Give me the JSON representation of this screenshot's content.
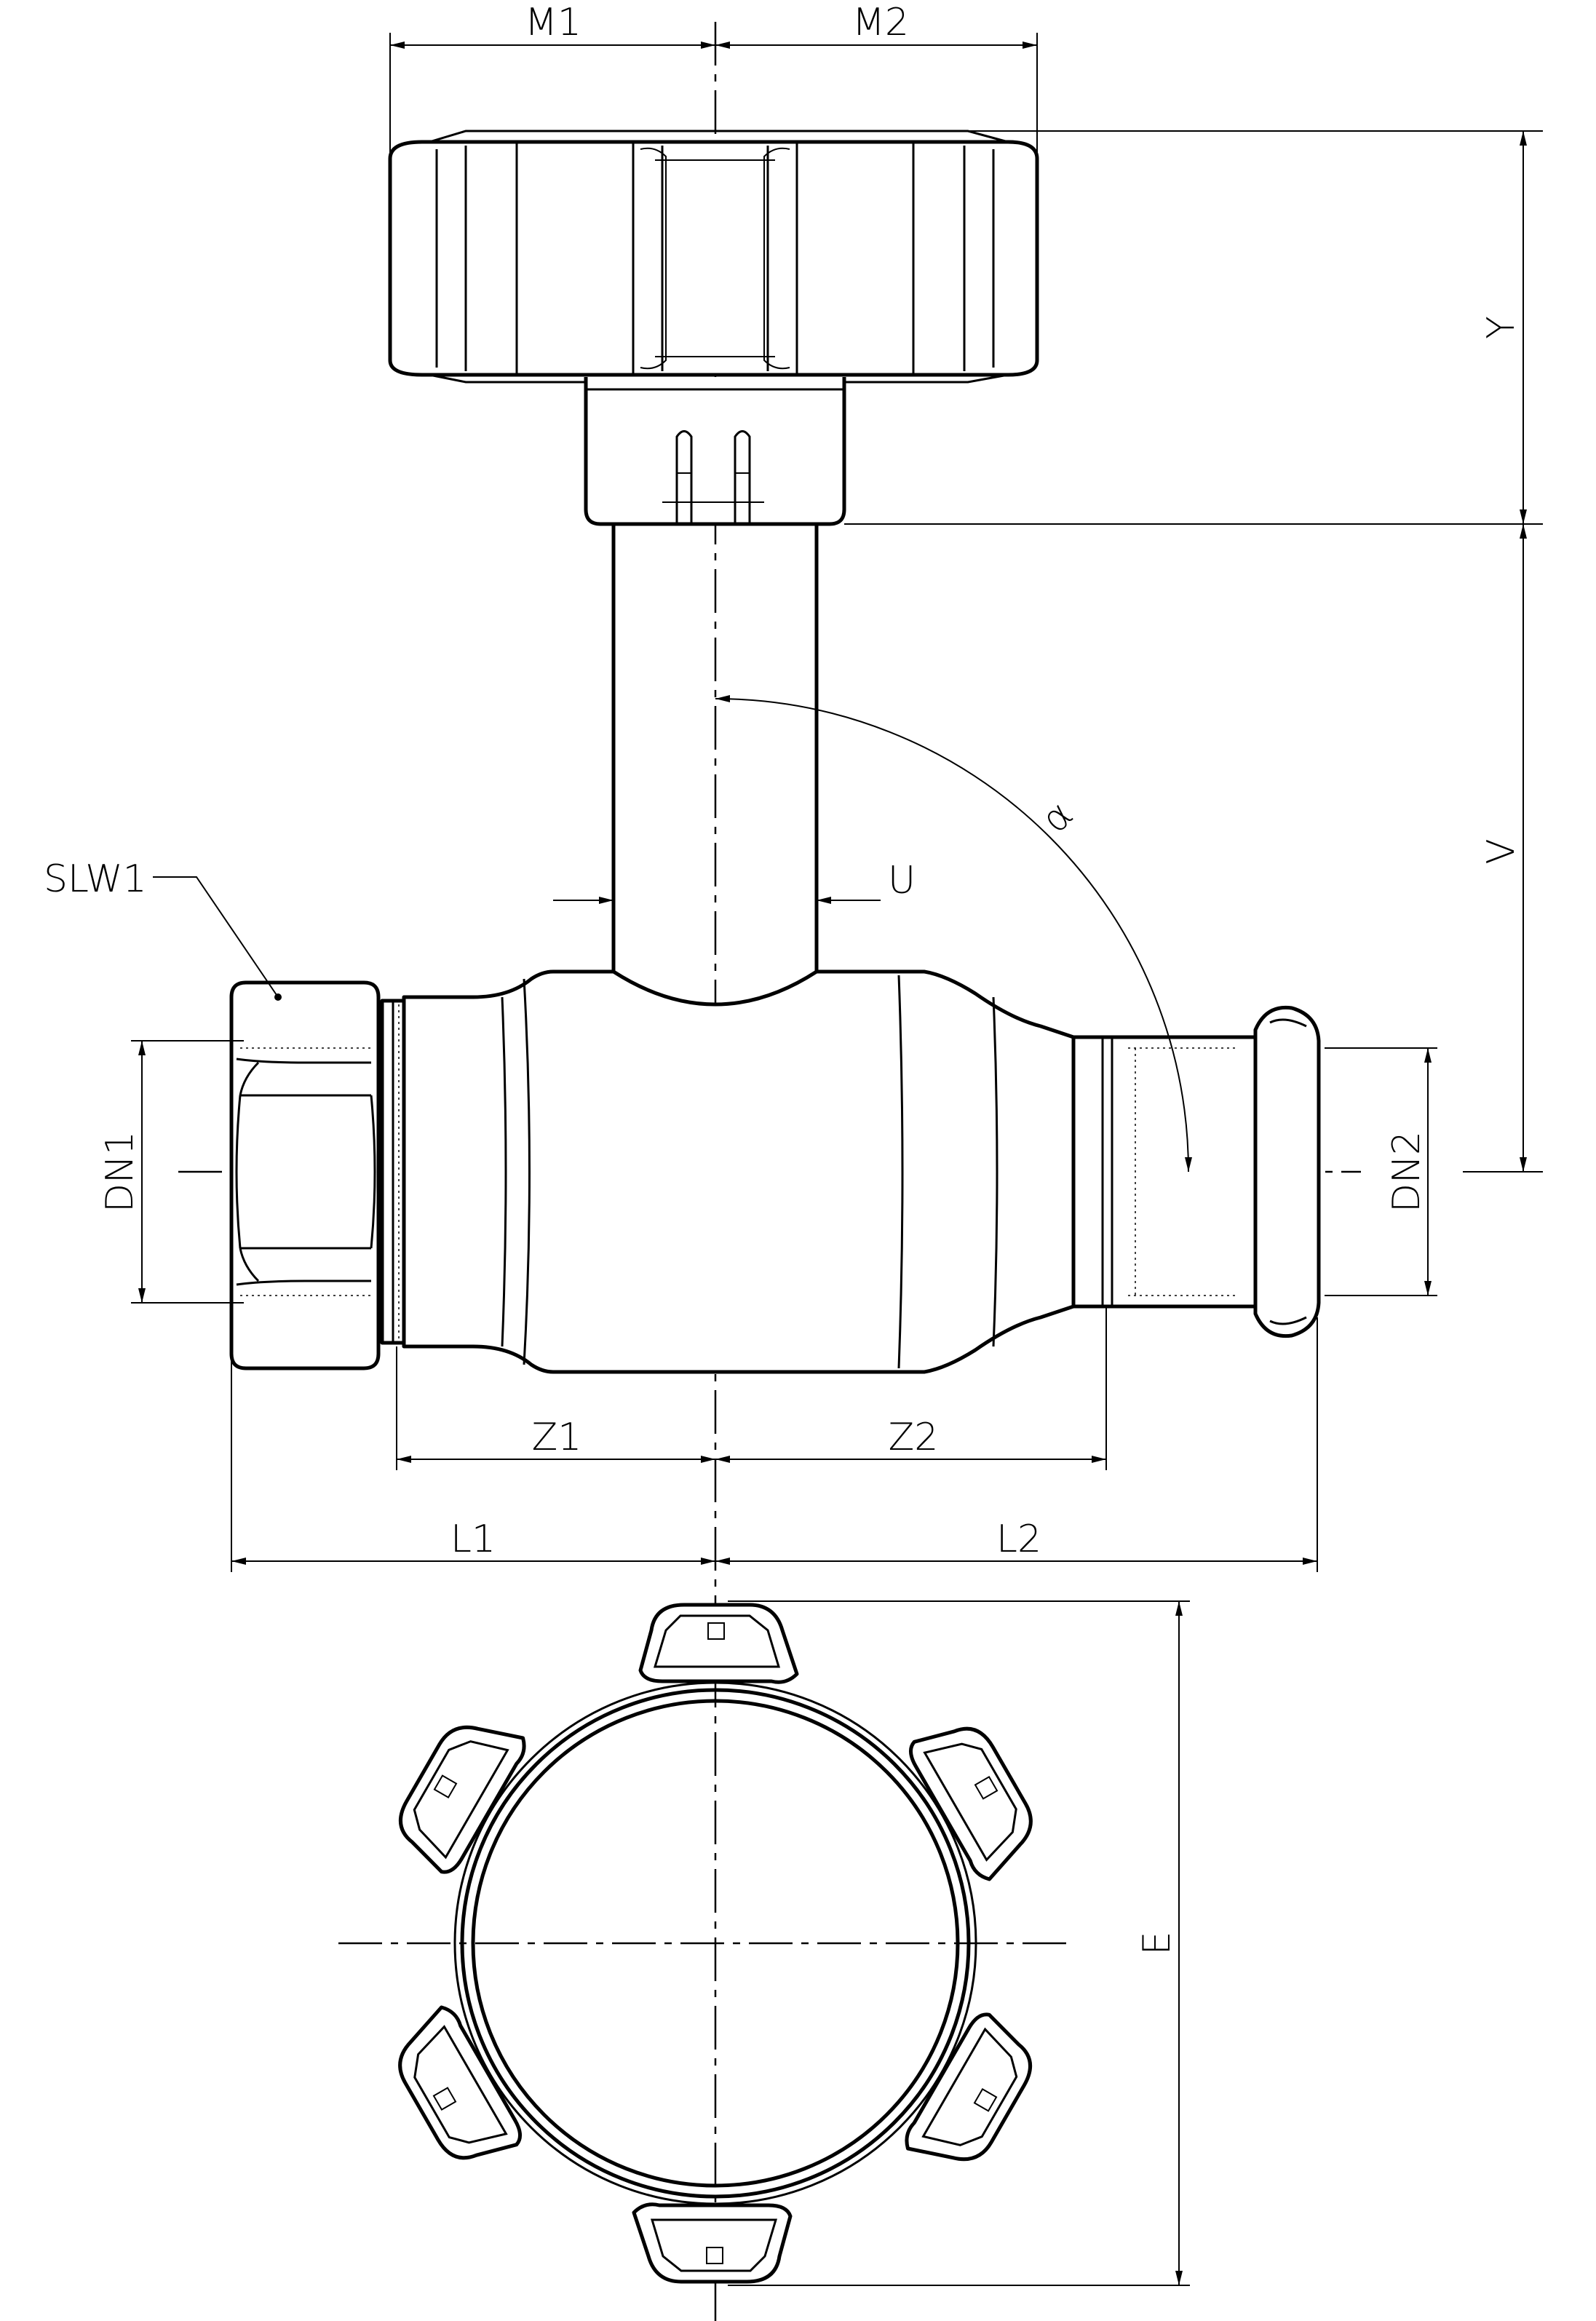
{
  "labels": {
    "m1": "M1",
    "m2": "M2",
    "y": "Y",
    "v": "V",
    "u": "U",
    "alpha": "α",
    "slw1": "SLW1",
    "dn1": "DN1",
    "dn2": "DN2",
    "z1": "Z1",
    "z2": "Z2",
    "l1": "L1",
    "l2": "L2",
    "e": "E"
  }
}
